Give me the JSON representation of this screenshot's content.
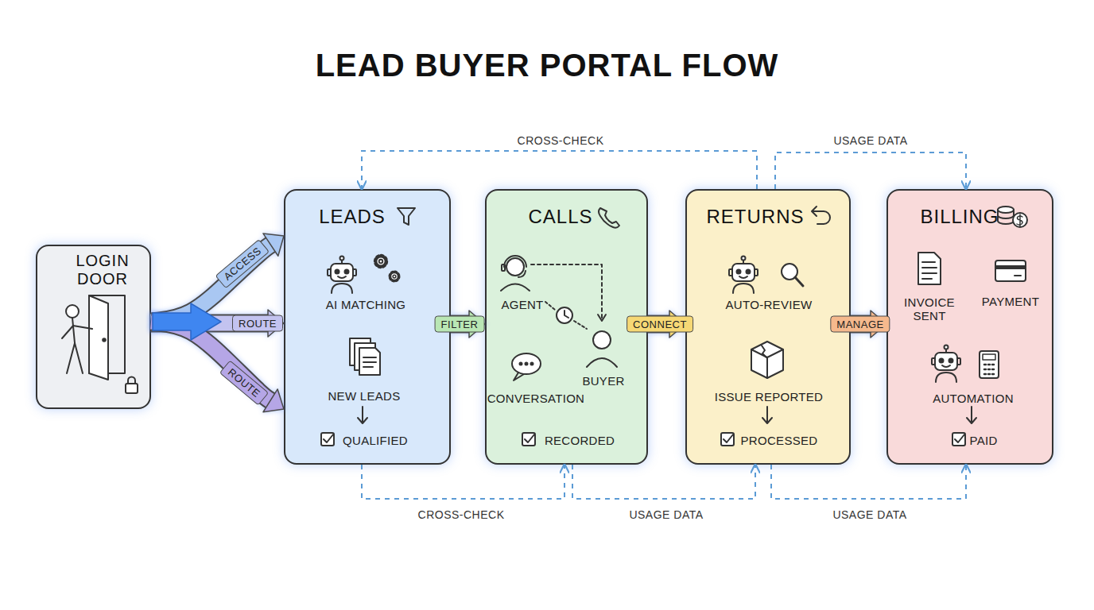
{
  "diagram": {
    "title": "LEAD BUYER PORTAL FLOW",
    "nodes": [
      {
        "text": [
          "LOGIN DOOR"
        ]
      },
      {
        "text": [
          "LEADS",
          "AI MATCHING",
          "NEW LEADS",
          "QUALIFIED"
        ]
      },
      {
        "text": [
          "CALLS",
          "AGENT",
          "BUYER",
          "CONVERSATION",
          "RECORDED"
        ]
      },
      {
        "text": [
          "RETURNS",
          "AUTO-REVIEW",
          "ISSUE REPORTED",
          "PROCESSED"
        ]
      },
      {
        "text": [
          "BILLING",
          "INVOICE SENT",
          "PAYMENT",
          "AUTOMATION",
          "PAID"
        ]
      }
    ],
    "edges": [
      {
        "from": 0,
        "to": 1,
        "label": "ACCESS",
        "arrow": "to"
      },
      {
        "from": 0,
        "to": 1,
        "label": "ROUTE",
        "arrow": "to"
      },
      {
        "from": 0,
        "to": 1,
        "label": "ROUTE",
        "arrow": "to"
      },
      {
        "from": 1,
        "to": 2,
        "label": "FILTER",
        "arrow": "to"
      },
      {
        "from": 2,
        "to": 3,
        "label": "CONNECT",
        "arrow": "to"
      },
      {
        "from": 3,
        "to": 4,
        "label": "MANAGE",
        "arrow": "to"
      },
      {
        "from": 3,
        "to": 1,
        "label": "CROSS-CHECK",
        "arrow": "to"
      },
      {
        "from": 3,
        "to": 4,
        "label": "USAGE DATA",
        "arrow": "to"
      },
      {
        "from": 1,
        "to": 2,
        "label": "CROSS-CHECK",
        "arrow": "to"
      },
      {
        "from": 2,
        "to": 3,
        "label": "USAGE DATA",
        "arrow": "to"
      },
      {
        "from": 3,
        "to": 4,
        "label": "USAGE DATA",
        "arrow": "to"
      }
    ]
  }
}
